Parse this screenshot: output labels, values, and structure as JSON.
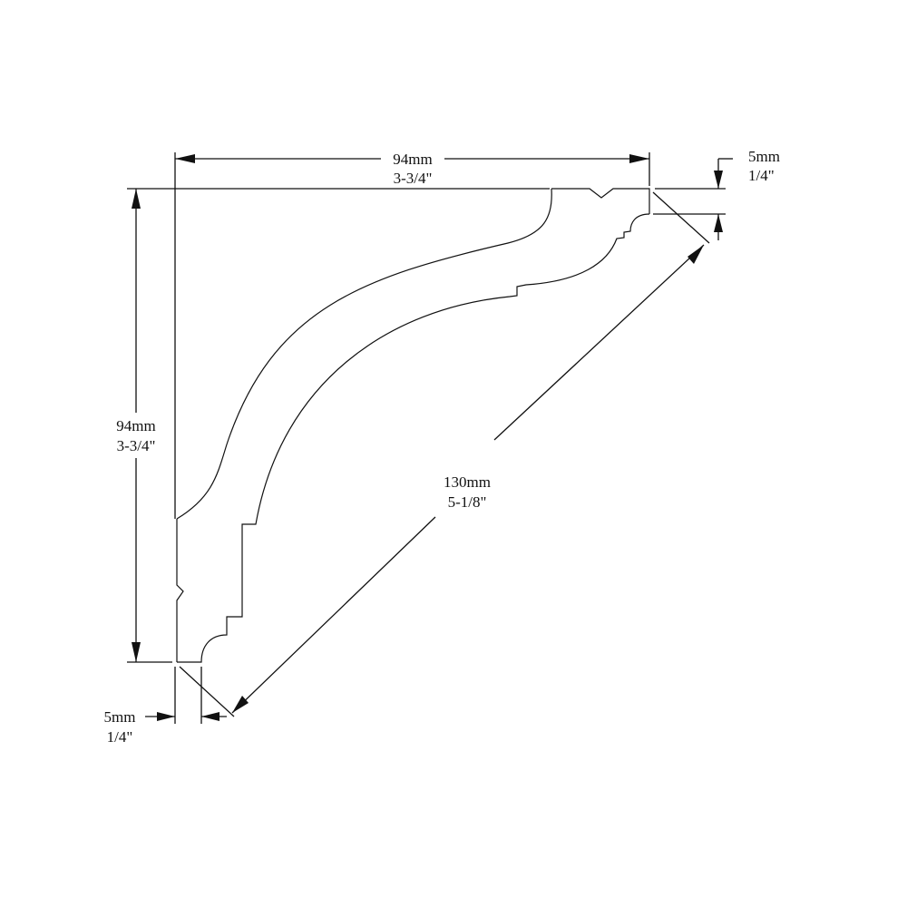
{
  "drawing": {
    "subject": "crown-moulding-profile",
    "top_width": {
      "metric": "94mm",
      "imperial": "3-3/4\""
    },
    "left_height": {
      "metric": "94mm",
      "imperial": "3-3/4\""
    },
    "top_offset": {
      "metric": "5mm",
      "imperial": "1/4\""
    },
    "bottom_offset": {
      "metric": "5mm",
      "imperial": "1/4\""
    },
    "diagonal": {
      "metric": "130mm",
      "imperial": "5-1/8\""
    },
    "line_color": "#111111",
    "background_color": "#ffffff"
  }
}
